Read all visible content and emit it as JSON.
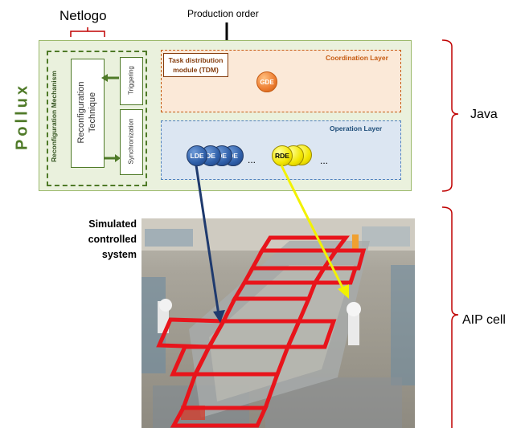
{
  "labels": {
    "netlogo": "Netlogo",
    "production_order": "Production order",
    "pollux": "Pollux",
    "java": "Java",
    "aip_cell": "AIP cell",
    "simulated": [
      "Simulated",
      "controlled",
      "system"
    ]
  },
  "reconfiguration": {
    "mechanism": "Reconfiguration Mechanism",
    "technique": [
      "Reconfiguration",
      "Technique"
    ],
    "triggering": "Triggering",
    "synchronization": "Synchronization"
  },
  "coordination": {
    "layer": "Coordination Layer",
    "tdm": [
      "Task distribution",
      "module (TDM)"
    ],
    "gde": "GDE"
  },
  "operation": {
    "layer": "Operation Layer",
    "lde": "LDE",
    "lde_back": "DE",
    "rde": "RDE",
    "ellipsis": "..."
  },
  "colors": {
    "pollux_green": "#4f7a28",
    "coordination_orange": "#c55a11",
    "operation_blue": "#4f81bd",
    "lde_arrow": "#1f3a6e",
    "rde_arrow": "#f2f200",
    "cell_grid_red": "#e8141b",
    "bracket_red": "#c00000"
  }
}
